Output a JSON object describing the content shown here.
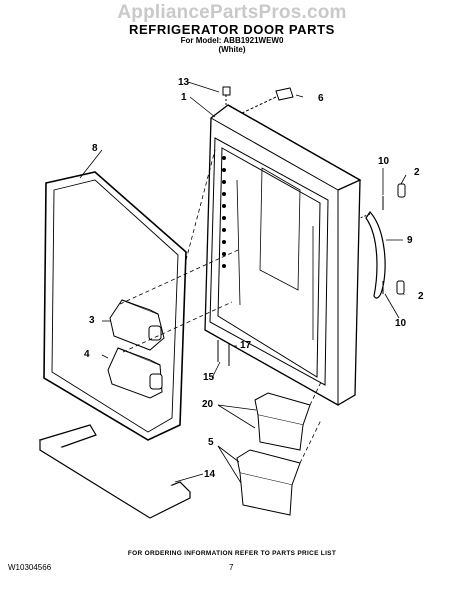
{
  "watermark": "AppliancePartsPros.com",
  "header": {
    "title": "REFRIGERATOR DOOR PARTS",
    "model_line": "For Model: ABB1921WEW0",
    "color_line": "(White)"
  },
  "callouts": {
    "c1": "1",
    "c2a": "2",
    "c2b": "2",
    "c3": "3",
    "c4": "4",
    "c5": "5",
    "c6": "6",
    "c8": "8",
    "c9": "9",
    "c10a": "10",
    "c10b": "10",
    "c13": "13",
    "c14": "14",
    "c15": "15",
    "c17": "17",
    "c20": "20"
  },
  "footer": {
    "ordering": "FOR ORDERING INFORMATION REFER TO PARTS PRICE LIST",
    "code": "W10304566",
    "page": "7"
  }
}
